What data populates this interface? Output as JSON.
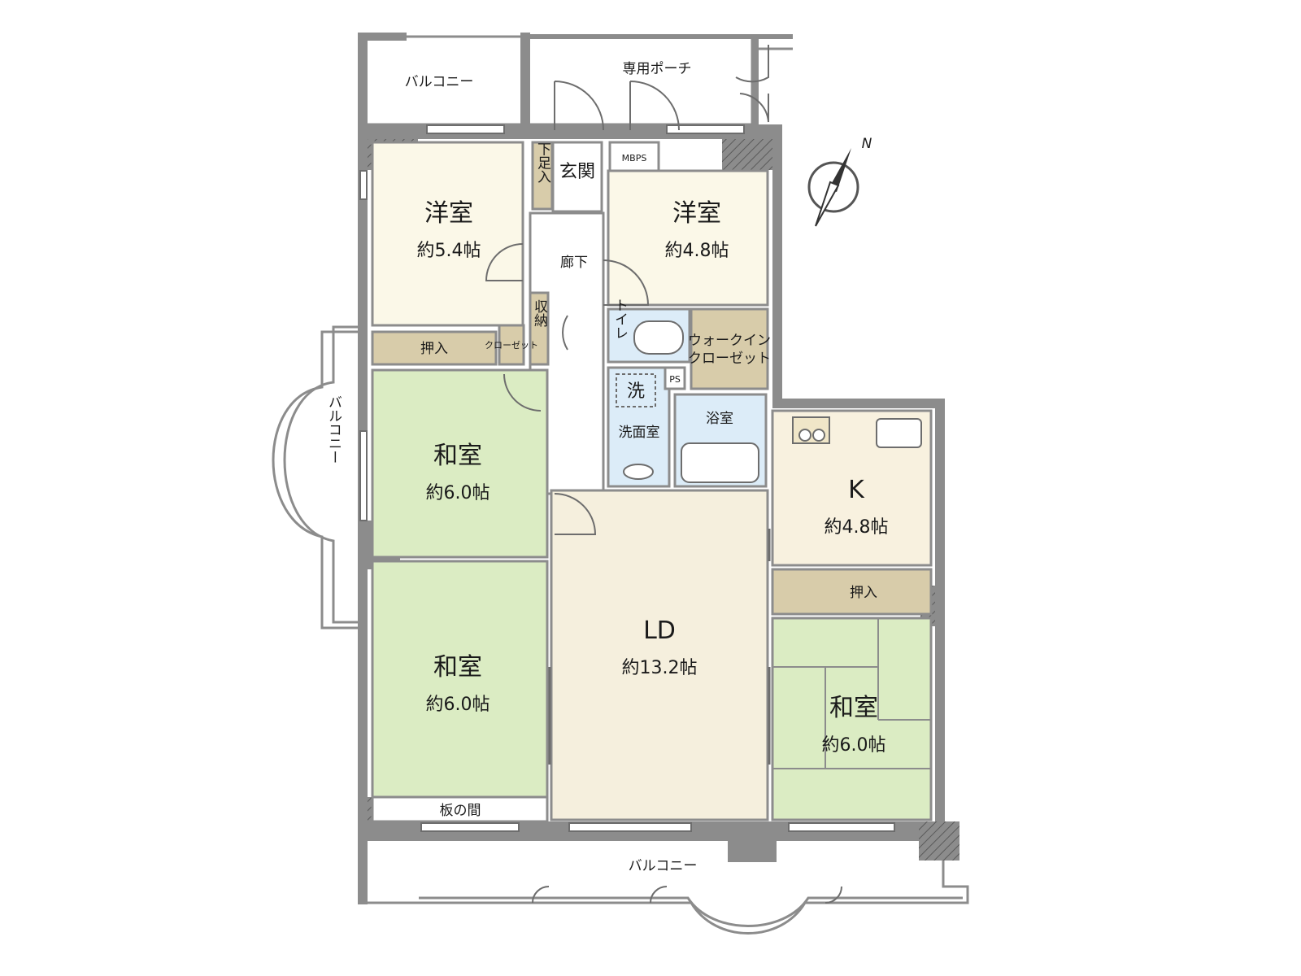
{
  "labels": {
    "balcony_top": "バルコニー",
    "porch": "専用ポーチ",
    "mbps": "MBPS",
    "shoe_box": "下足入",
    "entrance": "玄関",
    "western_room_1": "洋室",
    "western_room_1_size": "約5.4帖",
    "western_room_2": "洋室",
    "western_room_2_size": "約4.8帖",
    "hallway": "廊下",
    "storage_small": "収納",
    "oshiire_1": "押入",
    "closet_small": "クローゼット",
    "toilet": "トイレ",
    "walk_in_closet_1": "ウォークイン",
    "walk_in_closet_2": "クローゼット",
    "ps": "PS",
    "washer": "洗",
    "washroom": "洗面室",
    "bathroom": "浴室",
    "balcony_left": "バルコニー",
    "japanese_room_1": "和室",
    "japanese_room_1_size": "約6.0帖",
    "japanese_room_2": "和室",
    "japanese_room_2_size": "約6.0帖",
    "wood_floor": "板の間",
    "ld": "LD",
    "ld_size": "約13.2帖",
    "kitchen": "K",
    "kitchen_size": "約4.8帖",
    "oshiire_2": "押入",
    "japanese_room_3": "和室",
    "japanese_room_3_size": "約6.0帖",
    "balcony_bottom": "バルコニー",
    "north": "N"
  },
  "colors": {
    "wall": "#8c8c8c",
    "western": "#fbf8e8",
    "japanese": "#dbecc3",
    "ld": "#f5efdd",
    "kitchen": "#f8f1df",
    "storage": "#d8ccaa",
    "wet": "#dcecf8",
    "corridor": "#ffffff"
  }
}
